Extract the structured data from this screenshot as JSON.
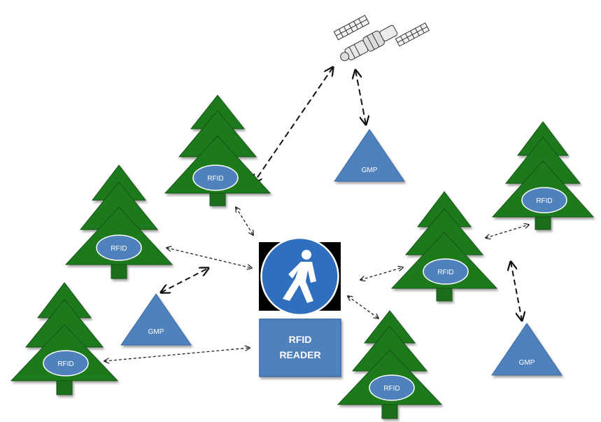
{
  "tag_label": "RFID",
  "gmp_label": "GMP",
  "reader": {
    "line1": "RFID",
    "line2": "READER"
  },
  "colors": {
    "tree_fill": "#1f7a1f",
    "tree_trunk": "#1e6e1e",
    "tag_fill": "#4f81bd",
    "tag_stroke": "#ffffff",
    "gmp_fill": "#4f81bd",
    "reader_fill": "#4f81bd",
    "reader_stroke": "#3a6aa8",
    "icon_bg": "#000000",
    "icon_circle": "#2f6fbe",
    "connector": "#111111",
    "text": "#ffffff"
  },
  "icons": {
    "satellite": "satellite-icon",
    "pedestrian": "pedestrian-sign-icon"
  }
}
